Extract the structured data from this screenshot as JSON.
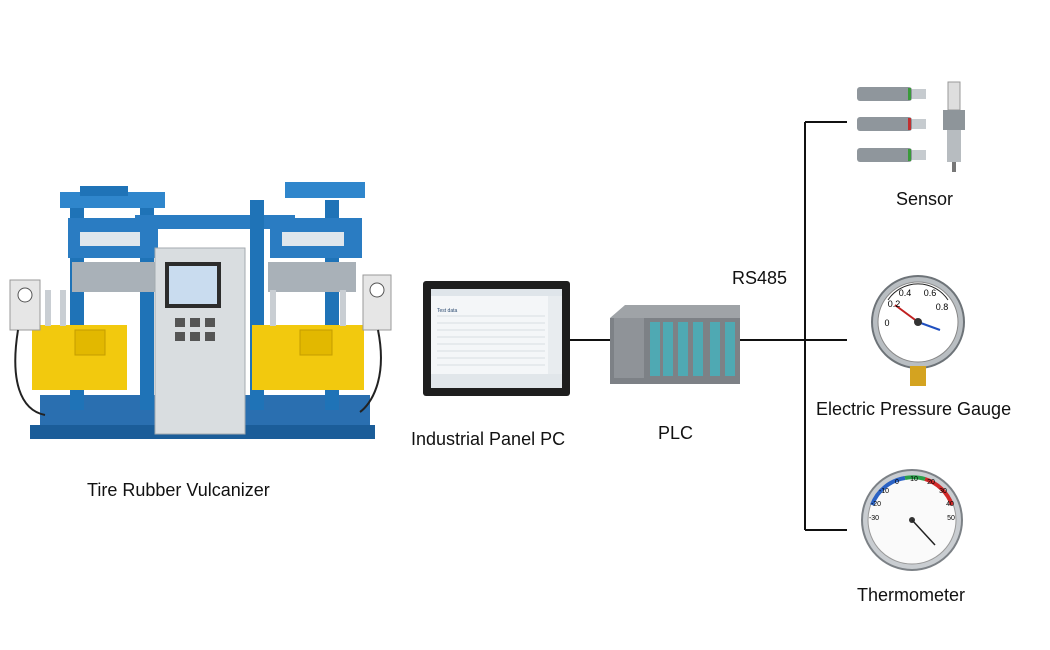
{
  "nodes": {
    "vulcanizer": {
      "label": "Tire Rubber Vulcanizer"
    },
    "panel_pc": {
      "label": "Industrial Panel PC",
      "screen_title": "Test data"
    },
    "plc": {
      "label": "PLC"
    },
    "sensor": {
      "label": "Sensor"
    },
    "pressure_gauge": {
      "label": "Electric Pressure Gauge",
      "dial_ticks": [
        "0",
        "0.2",
        "0.4",
        "0.6",
        "0.8"
      ]
    },
    "thermometer": {
      "label": "Thermometer",
      "dial_ticks": [
        "-30",
        "-20",
        "-10",
        "0",
        "10",
        "20",
        "30",
        "40",
        "50"
      ]
    }
  },
  "bus": {
    "label": "RS485"
  },
  "colors": {
    "machine_blue": "#1f73b7",
    "machine_yellow": "#f2c90e",
    "cabinet_grey": "#d9dde0",
    "plc_grey": "#7d8186",
    "plc_module_cyan": "#4fa9b3",
    "line": "#111111"
  }
}
